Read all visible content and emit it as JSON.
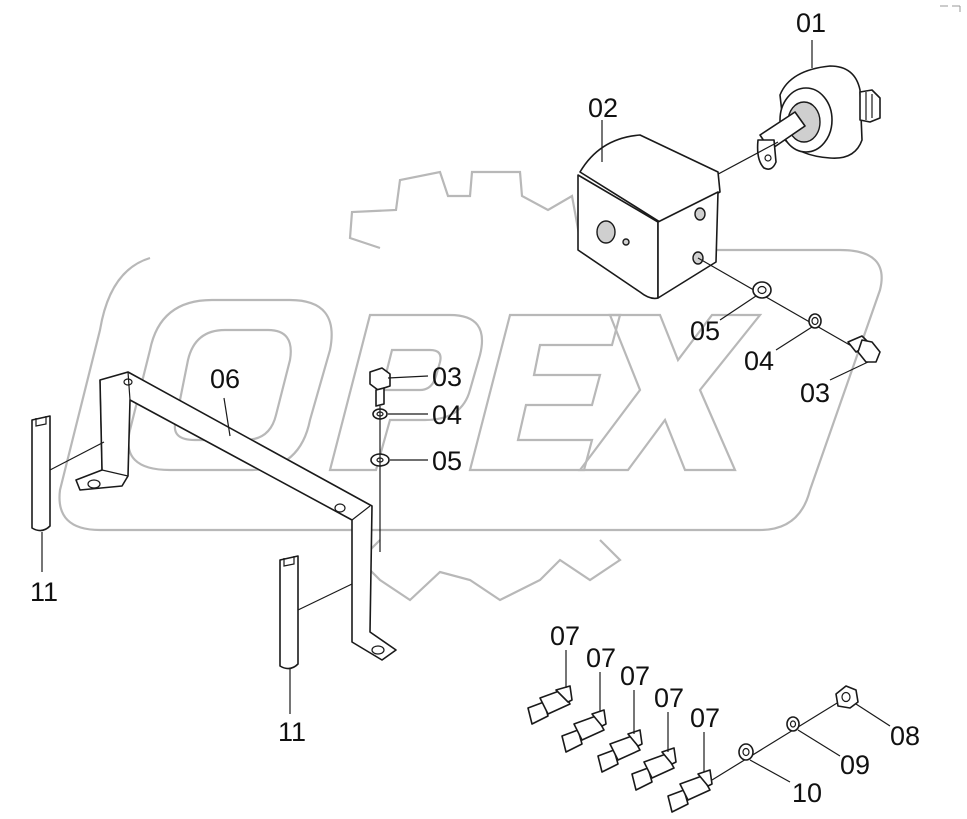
{
  "watermark": {
    "text": "OPEX",
    "color": "#b8b8b8"
  },
  "labels": {
    "l01": "01",
    "l02": "02",
    "l03a": "03",
    "l04a": "04",
    "l05a": "05",
    "l03b": "03",
    "l04b": "04",
    "l05b": "05",
    "l06": "06",
    "l07a": "07",
    "l07b": "07",
    "l07c": "07",
    "l07d": "07",
    "l07e": "07",
    "l08": "08",
    "l09": "09",
    "l10": "10",
    "l11a": "11",
    "l11b": "11"
  }
}
